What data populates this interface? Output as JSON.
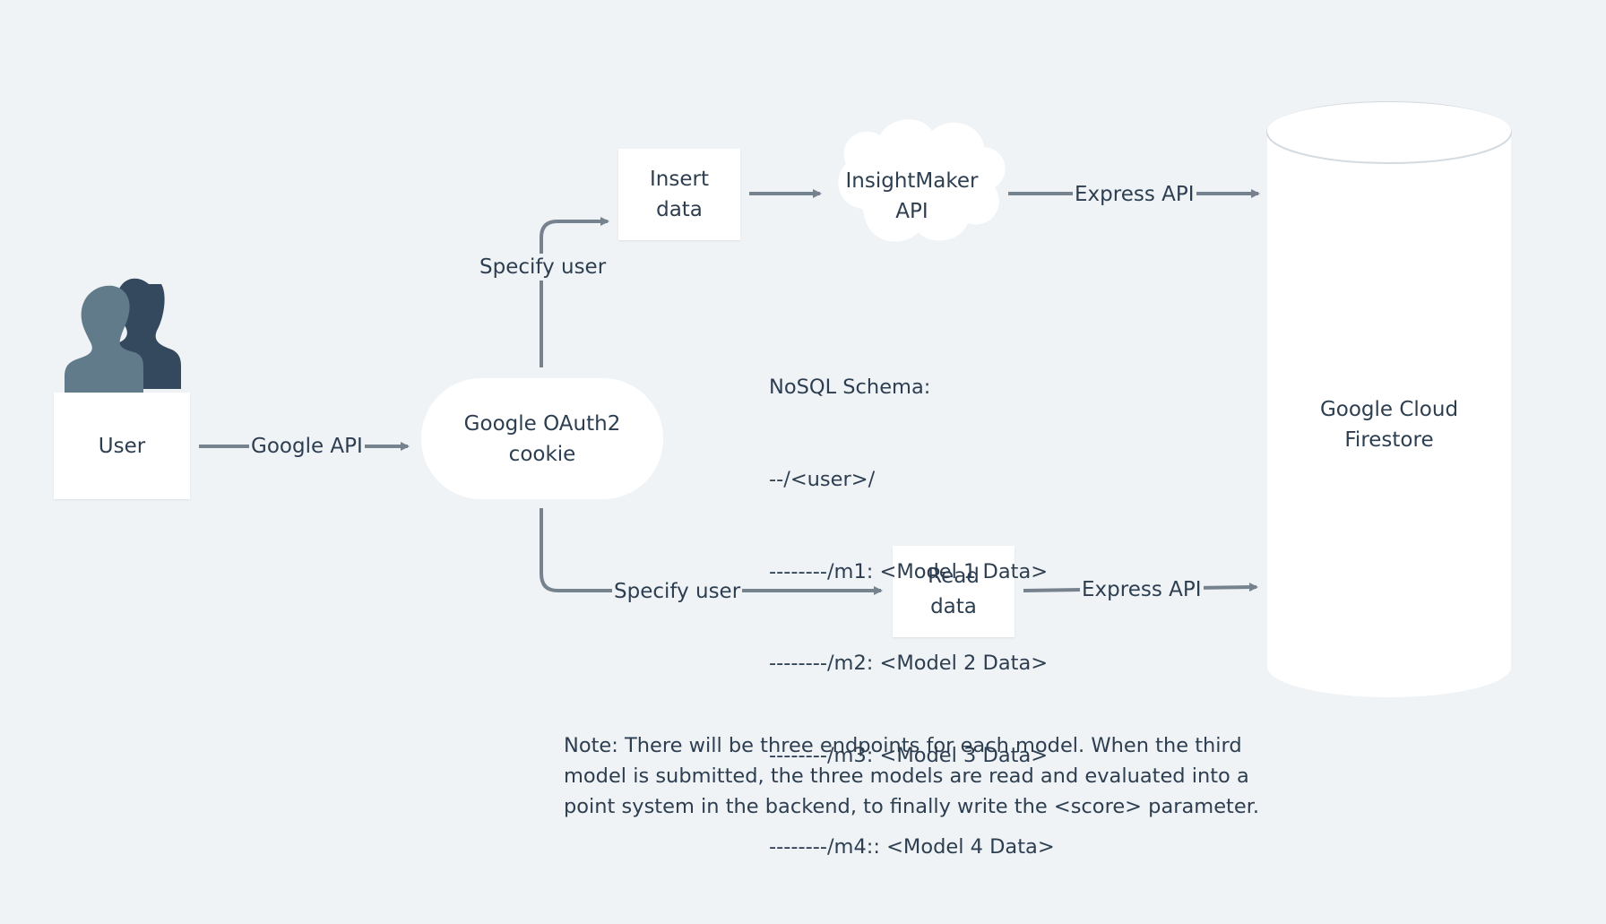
{
  "nodes": {
    "user": "User",
    "oauth_line1": "Google OAuth2 cookie",
    "insert_data": "Insert\ndata",
    "insightmaker": "InsightMaker\nAPI",
    "read_data": "Read\ndata",
    "firestore": "Google Cloud\nFirestore"
  },
  "edges": {
    "google_api": "Google API",
    "specify_user_top": "Specify user",
    "express_api_top": "Express API",
    "specify_user_bottom": "Specify user",
    "express_api_bottom": "Express API"
  },
  "schema": [
    "NoSQL Schema:",
    "--/<user>/",
    "--------/m1: <Model 1 Data>",
    "--------/m2: <Model 2 Data>",
    "--------/m3: <Model 3 Data>",
    "--------/m4:: <Model 4 Data>"
  ],
  "note": "Note: There will be three endpoints for each model. When the third model is submitted, the three models are read and evaluated into a point system in the backend, to finally write the <score> parameter.",
  "colors": {
    "background": "#f0f3f6",
    "node_fill": "#ffffff",
    "edge": "#76828e",
    "text": "#2c3e50",
    "icon_front": "#617b8a",
    "icon_back": "#34495e"
  }
}
